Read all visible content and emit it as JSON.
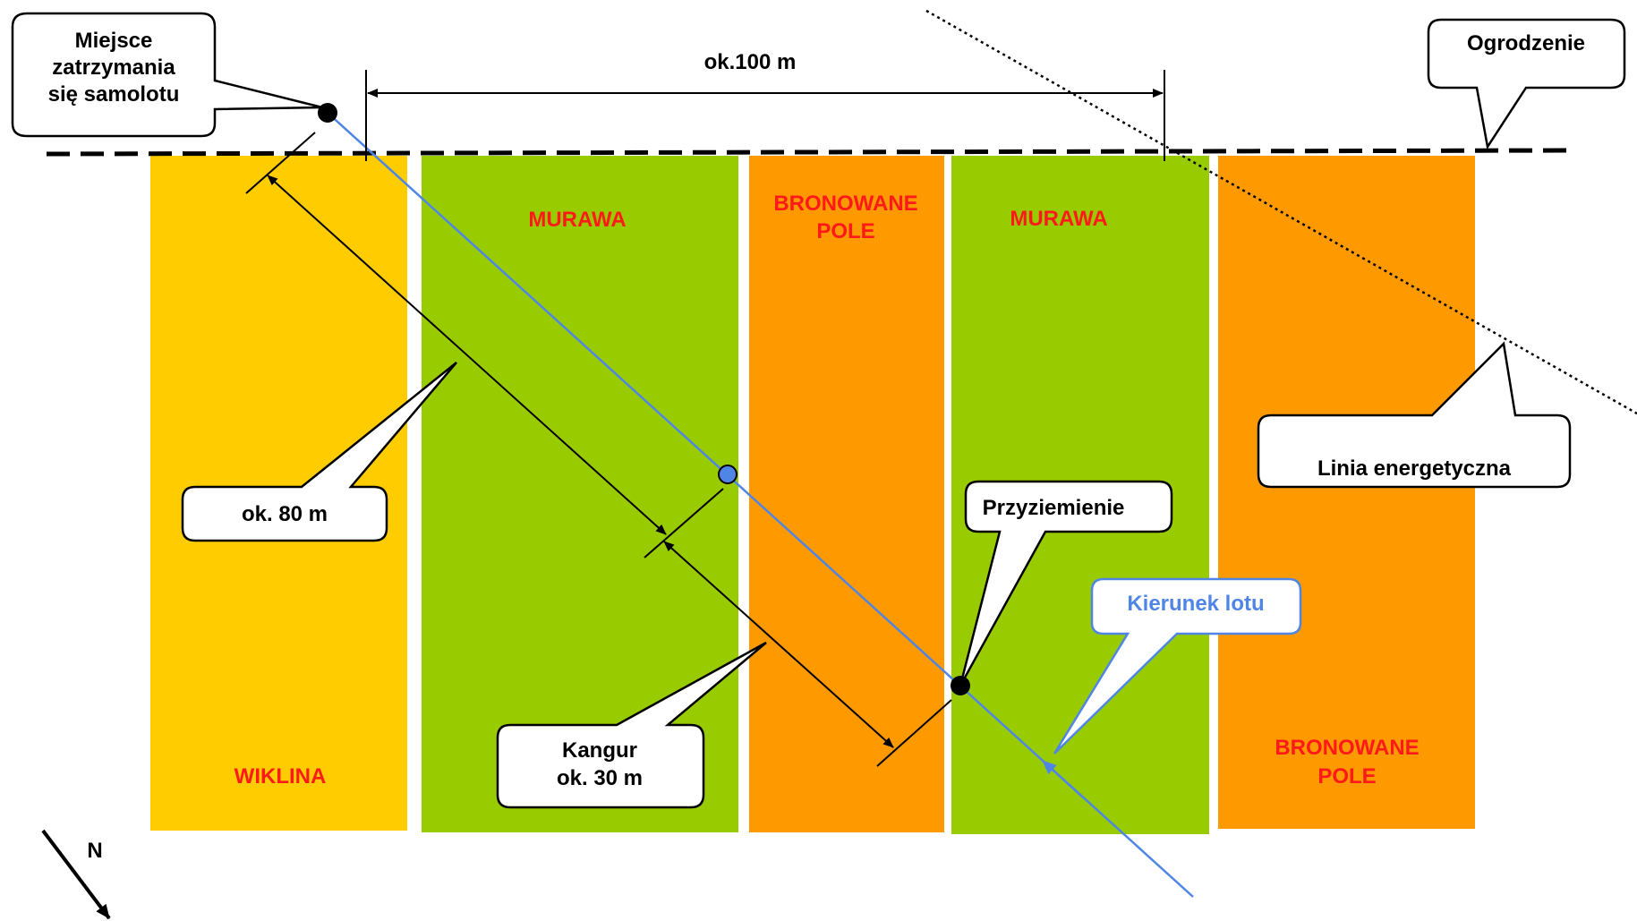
{
  "colors": {
    "wiklina": "#ffcc00",
    "murawa": "#99cc00",
    "bronowane": "#ff9900",
    "strip_label": "#ff1a1a",
    "flight_path": "#4f86e6",
    "line": "#000000"
  },
  "strips": [
    {
      "label_lines": [
        "WIKLINA"
      ],
      "color": "wiklina"
    },
    {
      "label_lines": [
        "MURAWA"
      ],
      "color": "murawa"
    },
    {
      "label_lines": [
        "BRONOWANE",
        "POLE"
      ],
      "color": "bronowane"
    },
    {
      "label_lines": [
        "MURAWA"
      ],
      "color": "murawa"
    },
    {
      "label_lines": [
        "BRONOWANE",
        "POLE"
      ],
      "color": "bronowane"
    }
  ],
  "callouts": {
    "stop_place": [
      "Miejsce",
      "zatrzymania",
      "się samolotu"
    ],
    "fence": [
      "Ogrodzenie"
    ],
    "power_line": [
      "Linia energetyczna"
    ],
    "touchdown": [
      "Przyziemienie"
    ],
    "flight_direction": [
      "Kierunek lotu"
    ],
    "distance_80": [
      "ok. 80 m"
    ],
    "kangur": [
      "Kangur",
      "ok. 30 m"
    ]
  },
  "dimensions": {
    "width_label": "ok.100 m"
  },
  "compass": {
    "label": "N",
    "icon": "north-arrow-icon"
  }
}
